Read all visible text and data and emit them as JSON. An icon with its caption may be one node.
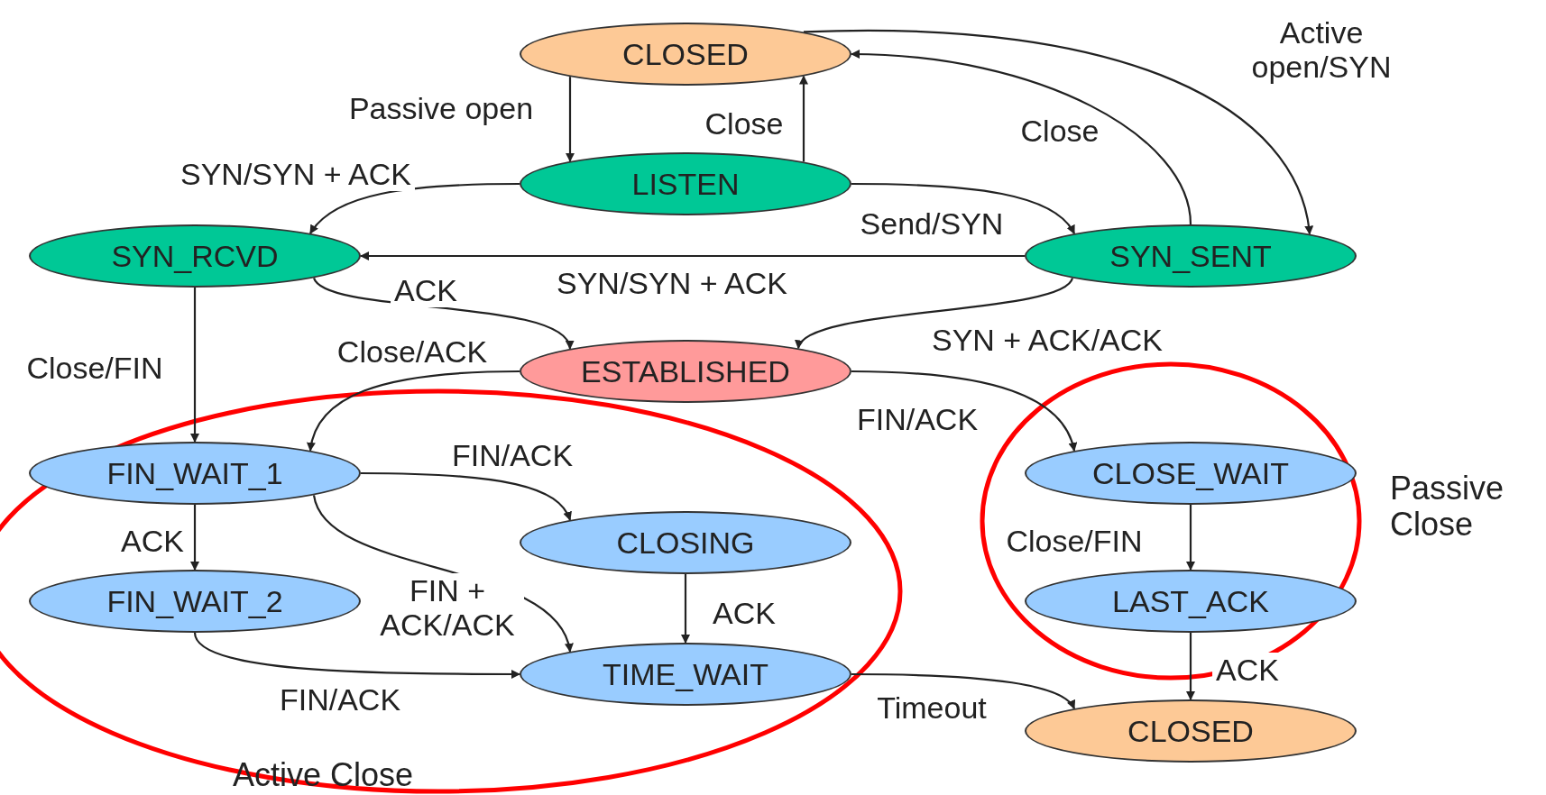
{
  "diagram": {
    "nodes": [
      {
        "text": [
          "CLOSED"
        ]
      },
      {
        "text": [
          "LISTEN"
        ]
      },
      {
        "text": [
          "SYN_RCVD"
        ]
      },
      {
        "text": [
          "SYN_SENT"
        ]
      },
      {
        "text": [
          "ESTABLISHED"
        ]
      },
      {
        "text": [
          "FIN_WAIT_1"
        ]
      },
      {
        "text": [
          "CLOSING"
        ]
      },
      {
        "text": [
          "FIN_WAIT_2"
        ]
      },
      {
        "text": [
          "TIME_WAIT"
        ]
      },
      {
        "text": [
          "CLOSE_WAIT"
        ]
      },
      {
        "text": [
          "LAST_ACK"
        ]
      },
      {
        "text": [
          "CLOSED"
        ]
      }
    ],
    "edges": [
      {
        "from": 0,
        "to": 1,
        "arrow": "to",
        "label": "Passive open"
      },
      {
        "from": 1,
        "to": 0,
        "arrow": "to",
        "label": "Close"
      },
      {
        "from": 0,
        "to": 3,
        "arrow": "to",
        "label": "Active open/SYN"
      },
      {
        "from": 3,
        "to": 0,
        "arrow": "to",
        "label": "Close"
      },
      {
        "from": 1,
        "to": 2,
        "arrow": "to",
        "label": "SYN/SYN + ACK"
      },
      {
        "from": 1,
        "to": 3,
        "arrow": "to",
        "label": "Send/SYN"
      },
      {
        "from": 3,
        "to": 2,
        "arrow": "to",
        "label": "SYN/SYN + ACK"
      },
      {
        "from": 2,
        "to": 4,
        "arrow": "to",
        "label": "ACK"
      },
      {
        "from": 3,
        "to": 4,
        "arrow": "to",
        "label": "SYN + ACK/ACK"
      },
      {
        "from": 2,
        "to": 5,
        "arrow": "to",
        "label": "Close/FIN"
      },
      {
        "from": 4,
        "to": 5,
        "arrow": "to",
        "label": "Close/ACK"
      },
      {
        "from": 4,
        "to": 9,
        "arrow": "to",
        "label": "FIN/ACK"
      },
      {
        "from": 5,
        "to": 6,
        "arrow": "to",
        "label": "FIN/ACK"
      },
      {
        "from": 5,
        "to": 7,
        "arrow": "to",
        "label": "ACK"
      },
      {
        "from": 5,
        "to": 8,
        "arrow": "to",
        "label": "FIN + ACK/ACK"
      },
      {
        "from": 6,
        "to": 8,
        "arrow": "to",
        "label": "ACK"
      },
      {
        "from": 7,
        "to": 8,
        "arrow": "to",
        "label": "FIN/ACK"
      },
      {
        "from": 8,
        "to": 11,
        "arrow": "to",
        "label": "Timeout"
      },
      {
        "from": 9,
        "to": 10,
        "arrow": "to",
        "label": "Close/FIN"
      },
      {
        "from": 10,
        "to": 11,
        "arrow": "to",
        "label": "ACK"
      }
    ],
    "labels": [
      "Passive Close",
      "Active Close"
    ]
  }
}
